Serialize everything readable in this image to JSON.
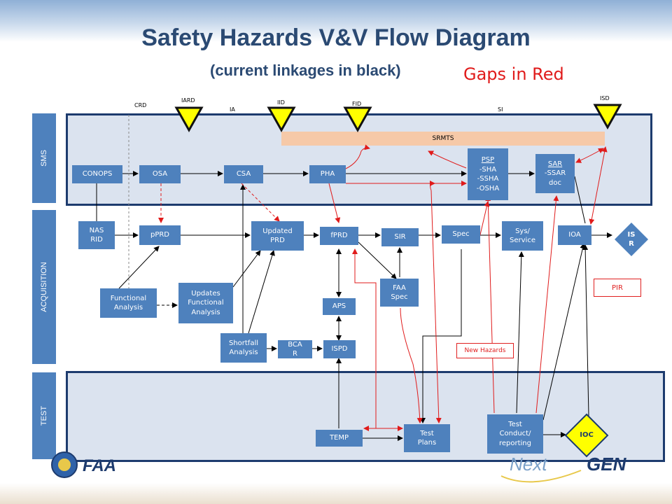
{
  "title": "Safety Hazards V&V Flow Diagram",
  "subtitle": "(current linkages in black)",
  "gaps_note": "Gaps in Red",
  "lanes": {
    "sms": "SMS",
    "acquisition": "ACQUISITION",
    "test": "TEST"
  },
  "milestones": {
    "crd": "CRD",
    "iard": "IARD",
    "ia": "IA",
    "iid": "IID",
    "fid": "FID",
    "si": "SI",
    "isd": "ISD"
  },
  "srmts": "SRMTS",
  "nodes": {
    "conops": "CONOPS",
    "osa": "OSA",
    "csa": "CSA",
    "pha": "PHA",
    "psp_title": "PSP",
    "psp_body": "-SHA\n-SSHA\n-OSHA",
    "sar_title": "SAR",
    "sar_body": "-SSAR\ndoc",
    "nas_rid": "NAS\nRID",
    "pprd": "pPRD",
    "updated_prd": "Updated\nPRD",
    "fprd": "fPRD",
    "sir": "SIR",
    "spec": "Spec",
    "sys_service": "Sys/\nService",
    "ioa": "IOA",
    "isr": "IS\nR",
    "pir": "PIR",
    "functional_analysis": "Functional\nAnalysis",
    "updates_functional_analysis": "Updates\nFunctional\nAnalysis",
    "aps": "APS",
    "faa_spec": "FAA\nSpec",
    "shortfall_analysis": "Shortfall\nAnalysis",
    "bcar": "BCA\nR",
    "ispd": "ISPD",
    "new_hazards": "New Hazards",
    "temp": "TEMP",
    "test_plans": "Test\nPlans",
    "test_conduct": "Test\nConduct/\nreporting",
    "ioc": "IOC"
  },
  "logos": {
    "faa": "FAA",
    "next": "Next",
    "gen": "GEN"
  },
  "colors": {
    "box": "#4e81bd",
    "lane_fill": "#dbe3ef",
    "lane_border": "#1d3b6e",
    "gap_red": "#e01b1b",
    "milestone": "#ffff00",
    "srmts": "#f6c9a8",
    "title": "#2b4a73"
  }
}
